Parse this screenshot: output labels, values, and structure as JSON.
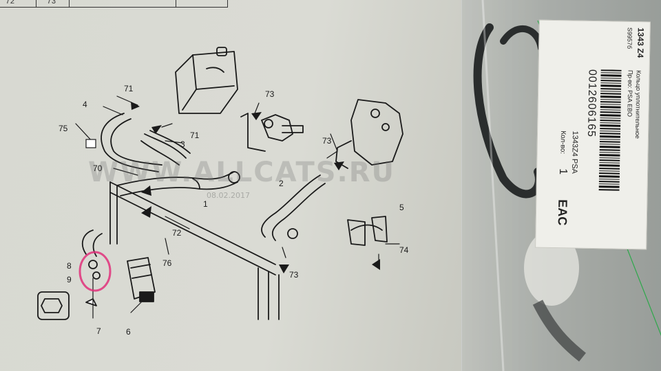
{
  "table": {
    "row_left": "72",
    "row_right": "73"
  },
  "watermark": {
    "site": "WWW.ALLCATS.RU",
    "date": "08.02.2017"
  },
  "callouts": {
    "c1": "1",
    "c2": "2",
    "c3": "3",
    "c4": "4",
    "c5": "5",
    "c6": "6",
    "c7": "7",
    "c8": "8",
    "c9": "9",
    "c70": "70",
    "c71a": "71",
    "c71b": "71",
    "c72": "72",
    "c73a": "73",
    "c73b": "73",
    "c73c": "73",
    "c74": "74",
    "c75": "75",
    "c76": "76"
  },
  "label": {
    "code_top": "1343 Z4",
    "code_small": "S9957б",
    "name": "Кольцо уплотнительное",
    "brand": "Пр-во: PSA  EBO",
    "barcode_number": "0012606165",
    "part": "1343Z4 PSA",
    "qty_label": "Кол-во:",
    "qty": "1",
    "mark": "EAC"
  },
  "colors": {
    "pencil_circle": "#e0307a",
    "ink": "#1a1a1a",
    "green_thread": "#2da84a"
  }
}
